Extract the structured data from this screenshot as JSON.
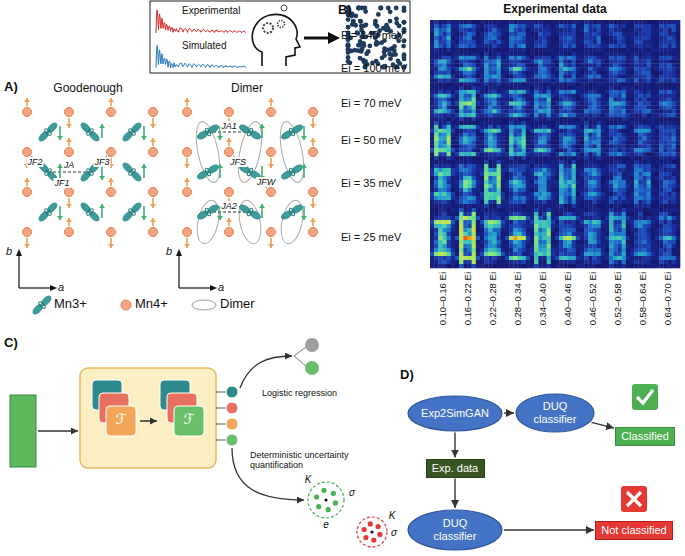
{
  "diagram": {
    "nodes": [
      {
        "text": [
          "Exp2SimGAN"
        ]
      },
      {
        "text": [
          "DUQ classifier"
        ]
      },
      {
        "text": [
          "Classified"
        ]
      },
      {
        "text": [
          "Exp. data"
        ]
      },
      {
        "text": [
          "DUQ classifier"
        ]
      },
      {
        "text": [
          "Not classified"
        ]
      }
    ],
    "edges": [
      {
        "from": 0,
        "to": 1,
        "arrow": "to"
      },
      {
        "from": 1,
        "to": 2,
        "arrow": "to"
      },
      {
        "from": 0,
        "to": 3,
        "arrow": "to"
      },
      {
        "from": 3,
        "to": 4,
        "arrow": "to"
      },
      {
        "from": 4,
        "to": 5,
        "arrow": "to"
      }
    ],
    "labels": [
      "Experimental",
      "Simulated",
      "A)",
      "Goodenough",
      "Dimer",
      "JF2",
      "JA",
      "JF3",
      "JF1",
      "b",
      "a",
      "JA1",
      "JFW",
      "JFS",
      "JA2",
      "b",
      "a",
      "B)",
      "Experimental data",
      "Ei= 140 meV",
      "Ei = 100 meV",
      "Ei = 70 meV",
      "Ei = 50 meV",
      "Ei = 35 meV",
      "Ei = 25 meV",
      "0.10–0.16 Ei",
      "0.16–0.22 Ei",
      "0.22–0.28 Ei",
      "0.28–0.34 Ei",
      "0.34–0.40 Ei",
      "0.40–0.46 Ei",
      "0.46–0.52 Ei",
      "0.52–0.58 Ei",
      "0.58–0.64 Ei",
      "0.64–0.70 Ei",
      "C)",
      "ℱ",
      "ℱ",
      "Logistic regression",
      "Deterministic uncertainty quantification",
      "K",
      "σ",
      "e",
      "K",
      "σ",
      "D)"
    ],
    "legend": [
      {
        "text": "Mn3+"
      },
      {
        "text": "Mn4+"
      },
      {
        "text": "Dimer"
      }
    ]
  }
}
